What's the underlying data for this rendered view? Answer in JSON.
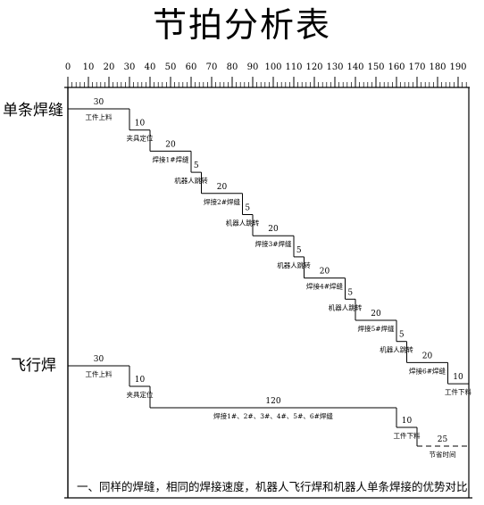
{
  "title": "节拍分析表",
  "axis": {
    "ticks": [
      "0",
      "10",
      "20",
      "30",
      "40",
      "50",
      "60",
      "70",
      "80",
      "90",
      "100",
      "110",
      "120",
      "130",
      "140",
      "150",
      "160",
      "170",
      "180",
      "190"
    ],
    "min": 0,
    "max": 195
  },
  "rows": [
    {
      "label": "单条焊缝",
      "steps": [
        {
          "label": "工件上料",
          "duration": "30",
          "start": 0,
          "value": 30
        },
        {
          "label": "夹具定位",
          "duration": "10",
          "start": 30,
          "value": 10
        },
        {
          "label": "焊接1#焊缝",
          "duration": "20",
          "start": 40,
          "value": 20
        },
        {
          "label": "机器人跳转",
          "duration": "5",
          "start": 60,
          "value": 5
        },
        {
          "label": "焊接2#焊缝",
          "duration": "20",
          "start": 65,
          "value": 20
        },
        {
          "label": "机器人跳转",
          "duration": "5",
          "start": 85,
          "value": 5
        },
        {
          "label": "焊接3#焊缝",
          "duration": "20",
          "start": 90,
          "value": 20
        },
        {
          "label": "机器人跳转",
          "duration": "5",
          "start": 110,
          "value": 5
        },
        {
          "label": "焊接4#焊缝",
          "duration": "20",
          "start": 115,
          "value": 20
        },
        {
          "label": "机器人跳转",
          "duration": "5",
          "start": 135,
          "value": 5
        },
        {
          "label": "焊接5#焊缝",
          "duration": "20",
          "start": 140,
          "value": 20
        },
        {
          "label": "机器人跳转",
          "duration": "5",
          "start": 160,
          "value": 5
        },
        {
          "label": "焊接6#焊缝",
          "duration": "20",
          "start": 165,
          "value": 20
        },
        {
          "label": "工件下料",
          "duration": "10",
          "start": 185,
          "value": 10
        }
      ]
    },
    {
      "label": "飞行焊",
      "steps": [
        {
          "label": "工件上料",
          "duration": "30",
          "start": 0,
          "value": 30
        },
        {
          "label": "夹具定位",
          "duration": "10",
          "start": 30,
          "value": 10
        },
        {
          "label": "焊接1#、2#、3#、4#、5#、6#焊缝",
          "duration": "120",
          "start": 40,
          "value": 120
        },
        {
          "label": "工件下料",
          "duration": "10",
          "start": 160,
          "value": 10
        }
      ],
      "saving": {
        "label": "节省时间",
        "duration": "25",
        "start": 170,
        "value": 25
      }
    }
  ],
  "note": "一、同样的焊缝，相同的焊接速度，机器人飞行焊和机器人单条焊接的优势对比"
}
